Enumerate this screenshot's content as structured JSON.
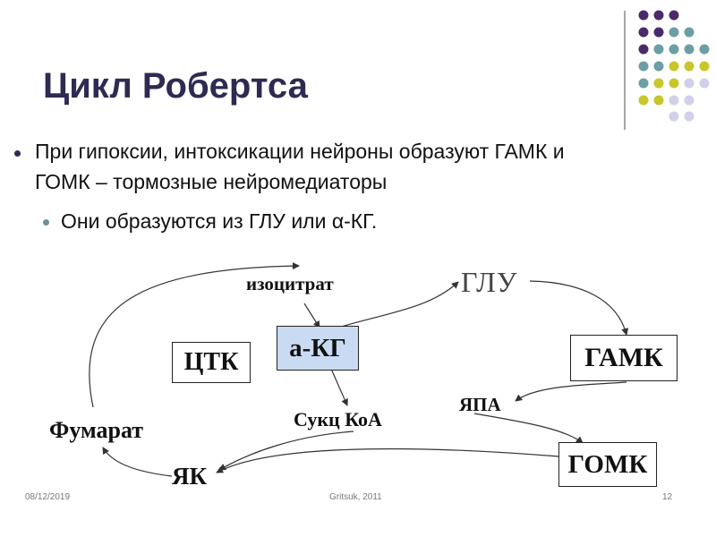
{
  "title": "Цикл Робертса",
  "bullets": [
    "При гипоксии, интоксикации нейроны образуют ГАМК и ГОМК – тормозные нейромедиаторы",
    "Они образуются из ГЛУ или α-КГ."
  ],
  "diagram": {
    "nodes": {
      "isocitrate": "изоцитрат",
      "glu": "ГЛУ",
      "akg": "а-КГ",
      "tca": "ЦТК",
      "gaba": "ГАМК",
      "ssa": "ЯПА",
      "succcoa": "Сукц КоА",
      "fumarate": "Фумарат",
      "succinate": "ЯК",
      "ghb": "ГОМК"
    }
  },
  "footer": {
    "date": "08/12/2019",
    "author": "Gritsuk, 2011",
    "page": "12"
  },
  "colors": {
    "title": "#2e2a52",
    "dot_purple": "#4b2a6b",
    "dot_teal": "#6b9ea5",
    "dot_yellow": "#c8c62a",
    "dot_lavender": "#d0d0e8",
    "akg_fill": "#c9dbf2"
  }
}
